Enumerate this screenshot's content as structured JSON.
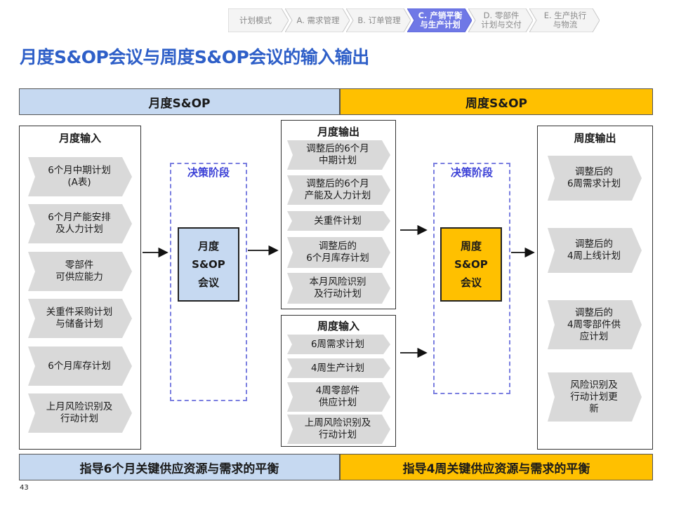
{
  "breadcrumb": {
    "items": [
      {
        "label": "计划模式",
        "active": false
      },
      {
        "label": "A. 需求管理",
        "active": false
      },
      {
        "label": "B. 订单管理",
        "active": false
      },
      {
        "label": "C. 产销平衡\n与生产计划",
        "active": true
      },
      {
        "label": "D. 零部件\n计划与交付",
        "active": false
      },
      {
        "label": "E. 生产执行\n与物流",
        "active": false
      }
    ]
  },
  "title": "月度S&OP会议与周度S&OP会议的输入输出",
  "header": {
    "monthly": "月度S&OP",
    "weekly": "周度S&OP"
  },
  "monthly_input": {
    "title": "月度输入",
    "items": [
      "6个月中期计划\n(A表)",
      "6个月产能安排\n及人力计划",
      "零部件\n可供应能力",
      "关重件采购计划\n与储备计划",
      "6个月库存计划",
      "上月风险识别及\n行动计划"
    ]
  },
  "monthly_decision": {
    "label": "决策阶段",
    "meeting": "月度\nS&OP\n会议"
  },
  "monthly_output": {
    "title": "月度输出",
    "items": [
      "调整后的6个月\n中期计划",
      "调整后的6个月\n产能及人力计划",
      "关重件计划",
      "调整后的\n6个月库存计划",
      "本月风险识别\n及行动计划"
    ]
  },
  "weekly_input": {
    "title": "周度输入",
    "items": [
      "6周需求计划",
      "4周生产计划",
      "4周零部件\n供应计划",
      "上周风险识别及\n行动计划"
    ]
  },
  "weekly_decision": {
    "label": "决策阶段",
    "meeting": "周度\nS&OP\n会议"
  },
  "weekly_output": {
    "title": "周度输出",
    "items": [
      "调整后的\n6周需求计划",
      "调整后的\n4周上线计划",
      "调整后的\n4周零部件供\n应计划",
      "风险识别及\n行动计划更\n新"
    ]
  },
  "footer": {
    "monthly": "指导6个月关键供应资源与需求的平衡",
    "weekly": "指导4周关键供应资源与需求的平衡"
  },
  "page_number": "43",
  "colors": {
    "title": "#2e5fc8",
    "light_blue": "#c6d9f1",
    "gold": "#ffc000",
    "crumb_active": "#6f78e6",
    "dash": "#7b7fe0"
  }
}
